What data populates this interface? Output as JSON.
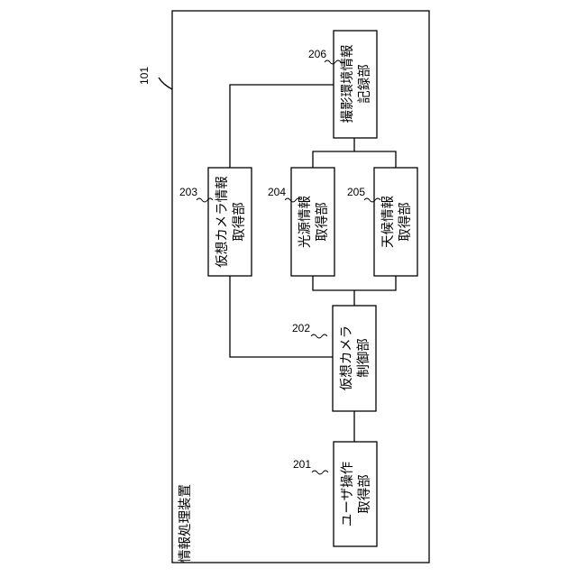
{
  "device": {
    "ref": "101",
    "title": "情報処理装置"
  },
  "blocks": [
    {
      "id": "201",
      "ref": "201",
      "lines": [
        "ユーザ操作",
        "取得部"
      ]
    },
    {
      "id": "202",
      "ref": "202",
      "lines": [
        "仮想カメラ",
        "制御部"
      ]
    },
    {
      "id": "203",
      "ref": "203",
      "lines": [
        "仮想カメラ情報",
        "取得部"
      ]
    },
    {
      "id": "204",
      "ref": "204",
      "lines": [
        "光源情報",
        "取得部"
      ]
    },
    {
      "id": "205",
      "ref": "205",
      "lines": [
        "天候情報",
        "取得部"
      ]
    },
    {
      "id": "206",
      "ref": "206",
      "lines": [
        "撮影環境情報",
        "記録部"
      ]
    }
  ]
}
